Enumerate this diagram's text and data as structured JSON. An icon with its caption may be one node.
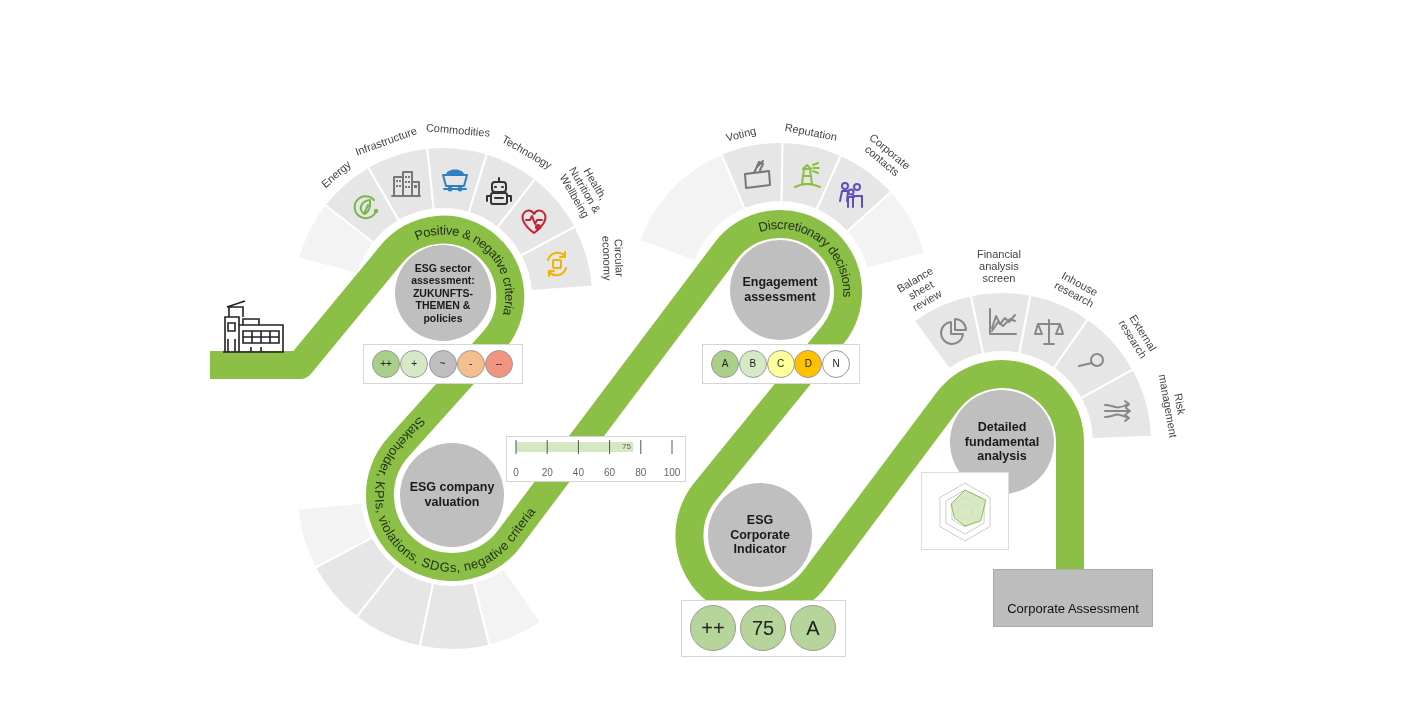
{
  "diagram": {
    "nodes": [
      {
        "text": [
          "ESG sector assessment: ZUKUNFTS-THEMEN & policies"
        ]
      },
      {
        "text": [],
        "shape": "box"
      },
      {
        "text": [
          "++"
        ],
        "in": 1
      },
      {
        "text": [
          "+"
        ],
        "in": 1
      },
      {
        "text": [
          "~"
        ],
        "in": 1
      },
      {
        "text": [
          "-"
        ],
        "in": 1
      },
      {
        "text": [
          "--"
        ],
        "in": 1
      },
      {
        "text": [
          "ESG company valuation"
        ]
      },
      {
        "text": [
          "Engagement assessment"
        ]
      },
      {
        "text": [],
        "shape": "box"
      },
      {
        "text": [
          "A"
        ],
        "in": 9
      },
      {
        "text": [
          "B"
        ],
        "in": 9
      },
      {
        "text": [
          "C"
        ],
        "in": 9
      },
      {
        "text": [
          "D"
        ],
        "in": 9
      },
      {
        "text": [
          "N"
        ],
        "in": 9
      },
      {
        "text": [
          "ESG Corporate Indicator"
        ]
      },
      {
        "text": [],
        "shape": "box"
      },
      {
        "text": [
          "++"
        ],
        "in": 16
      },
      {
        "text": [
          "75"
        ],
        "in": 16
      },
      {
        "text": [
          "A"
        ],
        "in": 16
      },
      {
        "text": [
          "Detailed fundamental analysis"
        ]
      },
      {
        "text": [
          "Corporate Assessment"
        ]
      }
    ],
    "labels": [
      "Energy",
      "Infrastructure",
      "Commodities",
      "Technology",
      "Health, Nutrition & Wellbeing",
      "Circular economy",
      "Positive & negative criteria",
      "Voting",
      "Reputation",
      "Corporate contacts",
      "Discretionary decisions",
      "Balance sheet review",
      "Financial analysis screen",
      "Inhouse research",
      "External research",
      "Risk management",
      "Stakeholder, KPIs, violations, SDGs, negative criteria",
      "75",
      "0",
      "20",
      "40",
      "60",
      "80",
      "100"
    ]
  }
}
